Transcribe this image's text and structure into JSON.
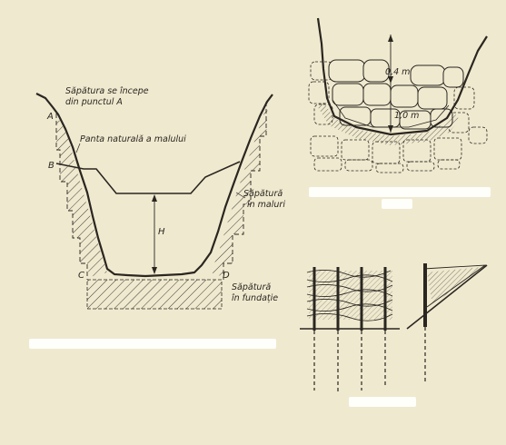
{
  "labels": {
    "start_note": "Săpătura se începe din punctul A",
    "start_note_line1": "Săpătura se începe",
    "start_note_line2": "din punctul A",
    "natural_slope": "Panta naturală a malului",
    "bank_excavation_line1": "Săpătură",
    "bank_excavation_line2": "în maluri",
    "foundation_excavation_line1": "Săpătură",
    "foundation_excavation_line2": "în fundație",
    "height_mark": "H",
    "point_a": "A",
    "point_b": "B",
    "point_c": "C",
    "point_d": "D",
    "depth_top": "0,4 m",
    "depth_bottom": "1,0 m"
  },
  "colors": {
    "paper": "#efe9cf",
    "ink": "#2a2620",
    "caption_mask": "#ffffff"
  }
}
